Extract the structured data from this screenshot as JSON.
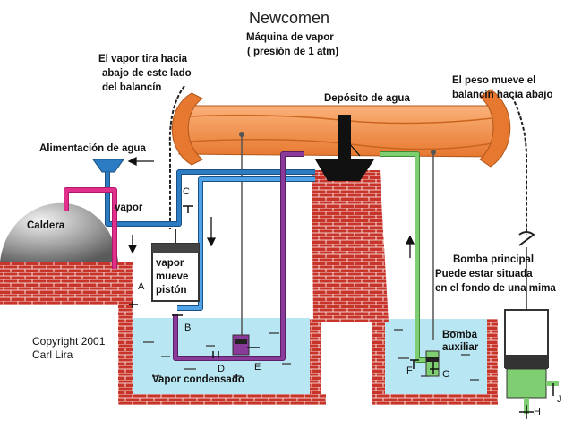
{
  "title": "Newcomen",
  "subtitle_line1": "Máquina de vapor",
  "subtitle_line2": "( presión de 1 atm)",
  "label_vapor_pull": [
    "El vapor tira hacia",
    "abajo de este lado",
    "del balancín"
  ],
  "label_weight": [
    "El peso mueve el",
    "balancín hacia abajo"
  ],
  "label_water_tank": "Depósito de agua",
  "label_water_feed": "Alimentación de agua",
  "label_boiler": "Caldera",
  "label_vapor": "vapor",
  "label_piston": [
    "vapor",
    "mueve",
    "pistón"
  ],
  "label_main_pump": [
    "Bomba principal",
    "Puede estar situada",
    "en el fondo de una mima"
  ],
  "label_aux_pump": [
    "Bomba",
    "auxiliar"
  ],
  "label_condensed": "Vapor condensado",
  "copyright": [
    "Copyright 2001",
    "Carl Lira"
  ],
  "valves": {
    "a": "A",
    "b": "B",
    "c": "C",
    "d": "D",
    "e": "E",
    "f": "F",
    "g": "G",
    "h": "H",
    "j": "J"
  },
  "colors": {
    "beam": "#f7914a",
    "brick": "#c8342a",
    "water": "#b8e6f2",
    "pipe_blue": "#2c7cc4",
    "pipe_pink": "#e0308a",
    "pipe_purple": "#8a3a98",
    "pipe_green": "#7fcf72"
  }
}
